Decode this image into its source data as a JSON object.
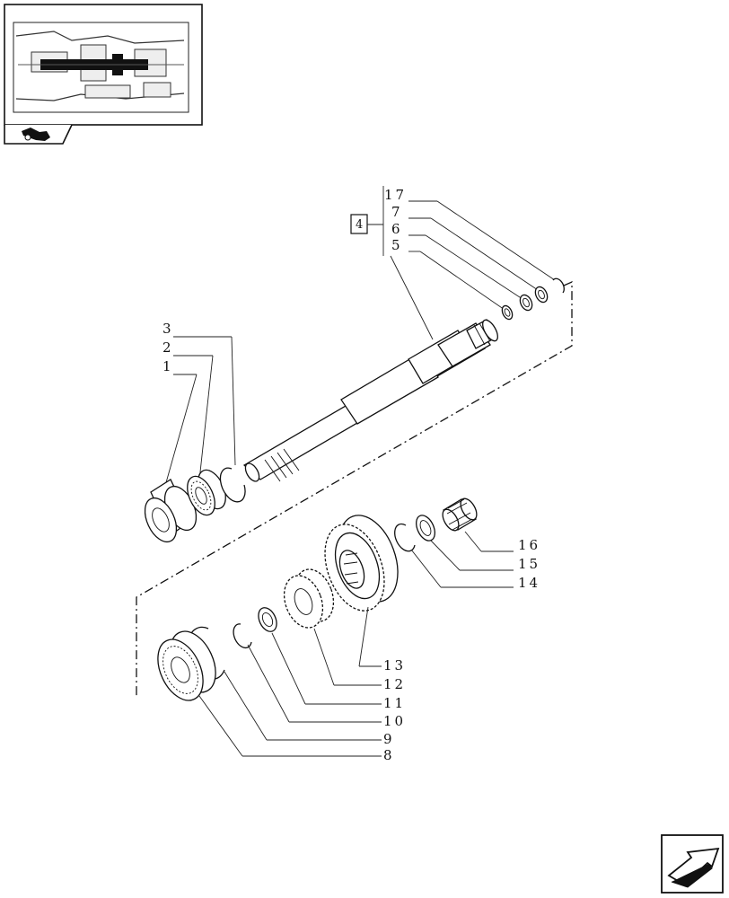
{
  "title": "",
  "reference_box": "4",
  "callouts": {
    "top_group": [
      "17",
      "7",
      "6",
      "5"
    ],
    "left_group": [
      "3",
      "2",
      "1"
    ],
    "right_group": [
      "16",
      "15",
      "14"
    ],
    "bottom_group": [
      "13",
      "12",
      "11",
      "10",
      "9",
      "8"
    ]
  },
  "icons": {
    "thumbnail": "transmission-section-thumbnail",
    "tractor": "tractor-icon",
    "next_page": "next-page-arrow-icon"
  }
}
